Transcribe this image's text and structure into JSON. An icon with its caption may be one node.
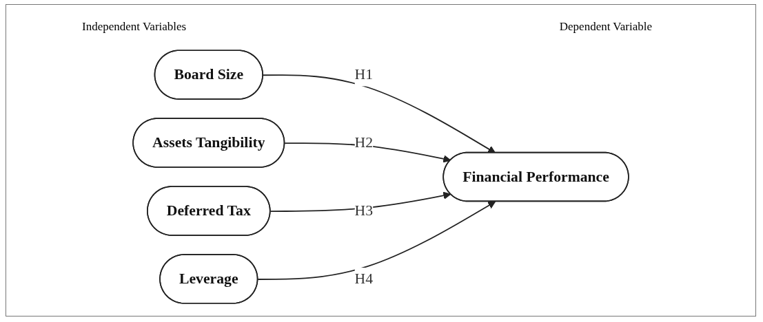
{
  "diagram": {
    "nodes": [
      {
        "text": [
          "Board Size"
        ]
      },
      {
        "text": [
          "Assets Tangibility"
        ]
      },
      {
        "text": [
          "Deferred Tax"
        ]
      },
      {
        "text": [
          "Leverage"
        ]
      },
      {
        "text": [
          "Financial Performance"
        ]
      }
    ],
    "edges": [
      {
        "from": 0,
        "to": 4,
        "arrow": "to",
        "label": "H1"
      },
      {
        "from": 1,
        "to": 4,
        "arrow": "to",
        "label": "H2"
      },
      {
        "from": 2,
        "to": 4,
        "arrow": "to",
        "label": "H3"
      },
      {
        "from": 3,
        "to": 4,
        "arrow": "to",
        "label": "H4"
      }
    ],
    "labels": [
      "Independent Variables",
      "Dependent Variable"
    ]
  }
}
